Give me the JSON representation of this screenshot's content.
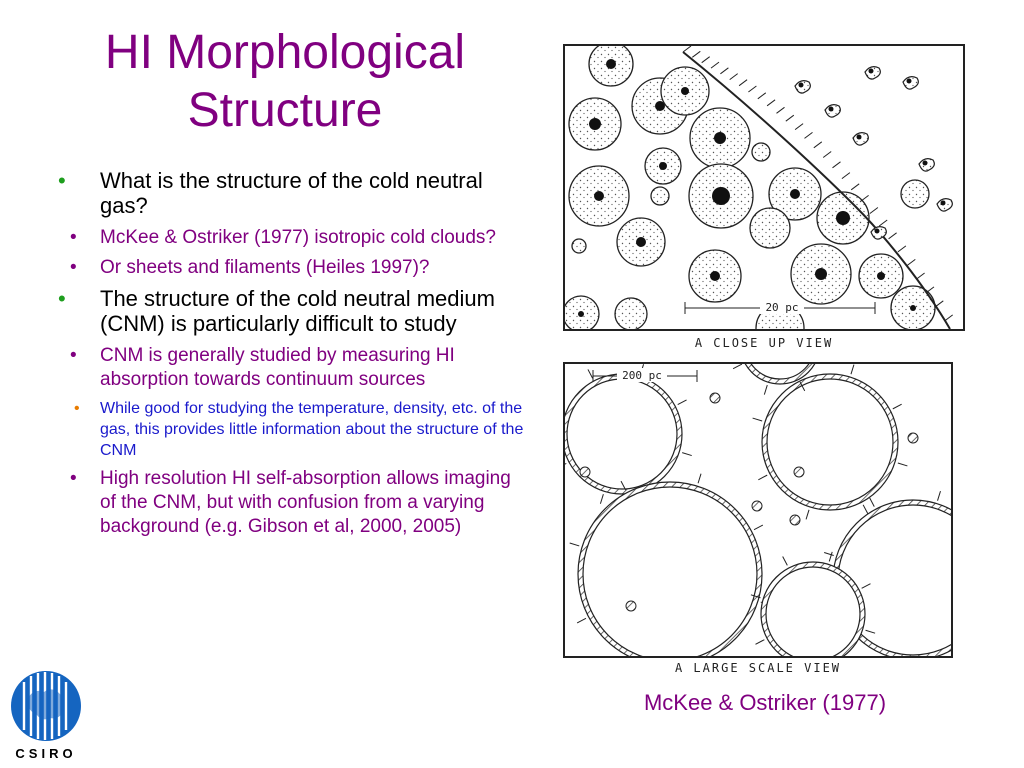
{
  "slide": {
    "title_line1": "HI Morphological",
    "title_line2": "Structure",
    "bullet1": {
      "text": "What is the structure of the cold neutral gas?",
      "sub": [
        "McKee & Ostriker (1977) isotropic cold clouds?",
        "Or sheets and filaments (Heiles 1997)?"
      ]
    },
    "bullet2": {
      "text": "The structure of the cold neutral medium (CNM) is particularly difficult to study",
      "sub1": "CNM is generally studied by measuring HI absorption towards continuum sources",
      "sub1_sub": "While good for studying the temperature, density, etc. of the gas, this provides little information about the structure of the CNM",
      "sub2": "High resolution HI self-absorption allows imaging of the CNM, but with confusion from a varying background (e.g. Gibson et al, 2000, 2005)"
    }
  },
  "figure": {
    "panel_a_label": "A CLOSE UP VIEW",
    "panel_a_scale": "20 pc",
    "panel_b_label": "A LARGE SCALE VIEW",
    "panel_b_scale": "200 pc",
    "caption": "McKee & Ostriker (1977)"
  },
  "logo": {
    "text": "CSIRO",
    "color": "#1565c0"
  },
  "colors": {
    "title": "#800080",
    "level1_bullet": "#1e9e1e",
    "level2": "#800080",
    "level3": "#1a1acc",
    "level3_bullet": "#e87b00"
  }
}
